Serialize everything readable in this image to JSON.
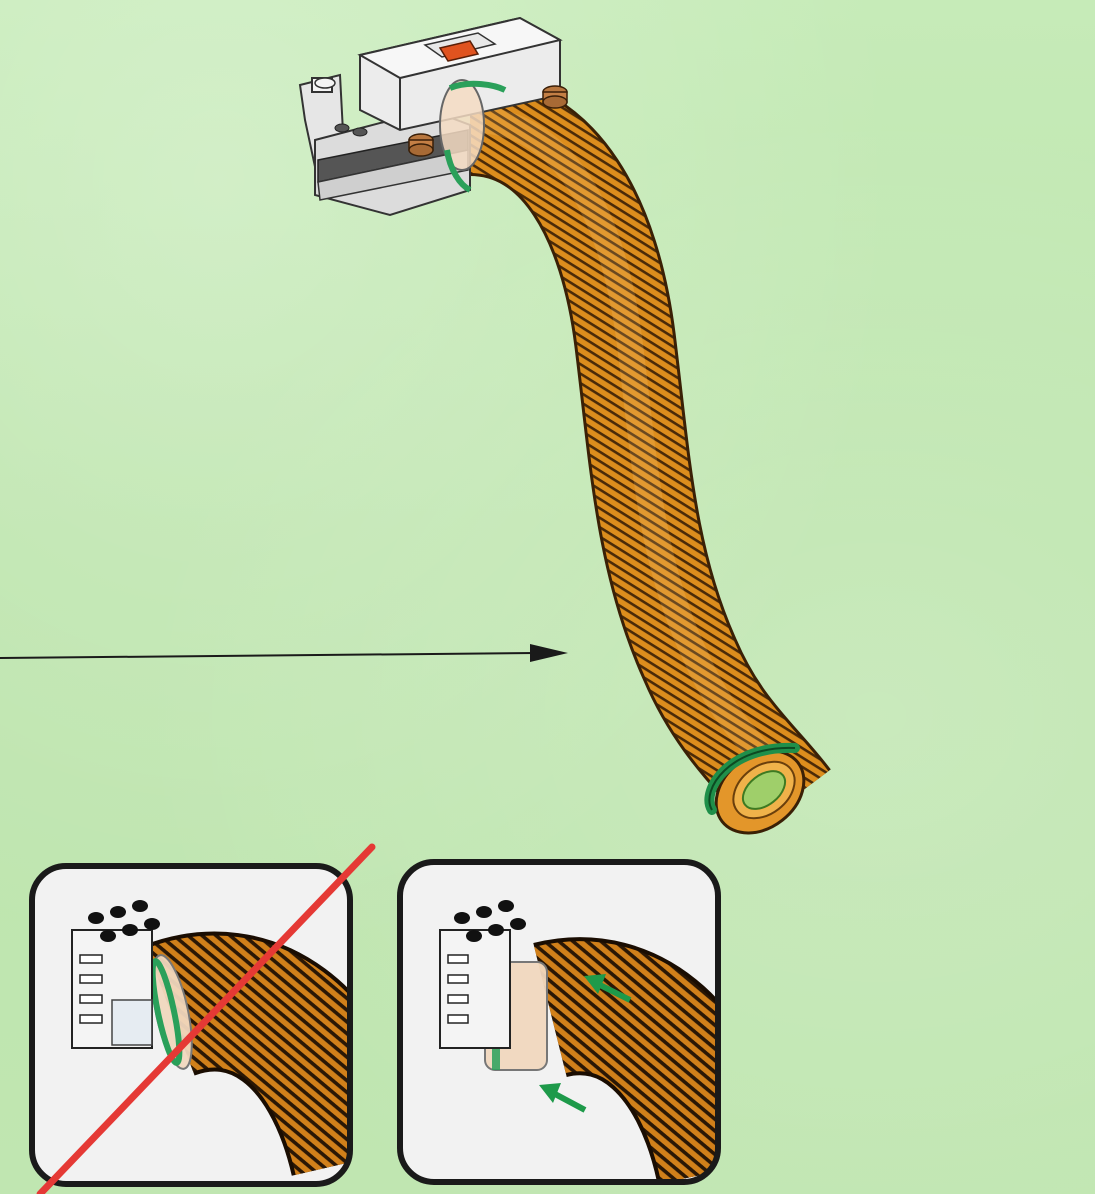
{
  "diagram": {
    "main_step": {
      "assembly": "hose-with-connector",
      "pointer": "arrow-right"
    },
    "insets": [
      {
        "id": "incorrect",
        "status": "wrong",
        "mark": "diagonal-strike-line",
        "mark_color": "#e53935"
      },
      {
        "id": "correct",
        "status": "right",
        "mark": "push-arrows",
        "mark_color": "#1e9a4a"
      }
    ],
    "colors": {
      "background": "#bfe6b0",
      "hose": "#d98a1c",
      "hose_ribs": "#4a2a08",
      "ring": "#2aa05a",
      "brick": "#e9e9e9",
      "stud": "#c07a45",
      "inset_frame": "#1a1a1a",
      "inset_bg": "#f2f2f2"
    }
  }
}
